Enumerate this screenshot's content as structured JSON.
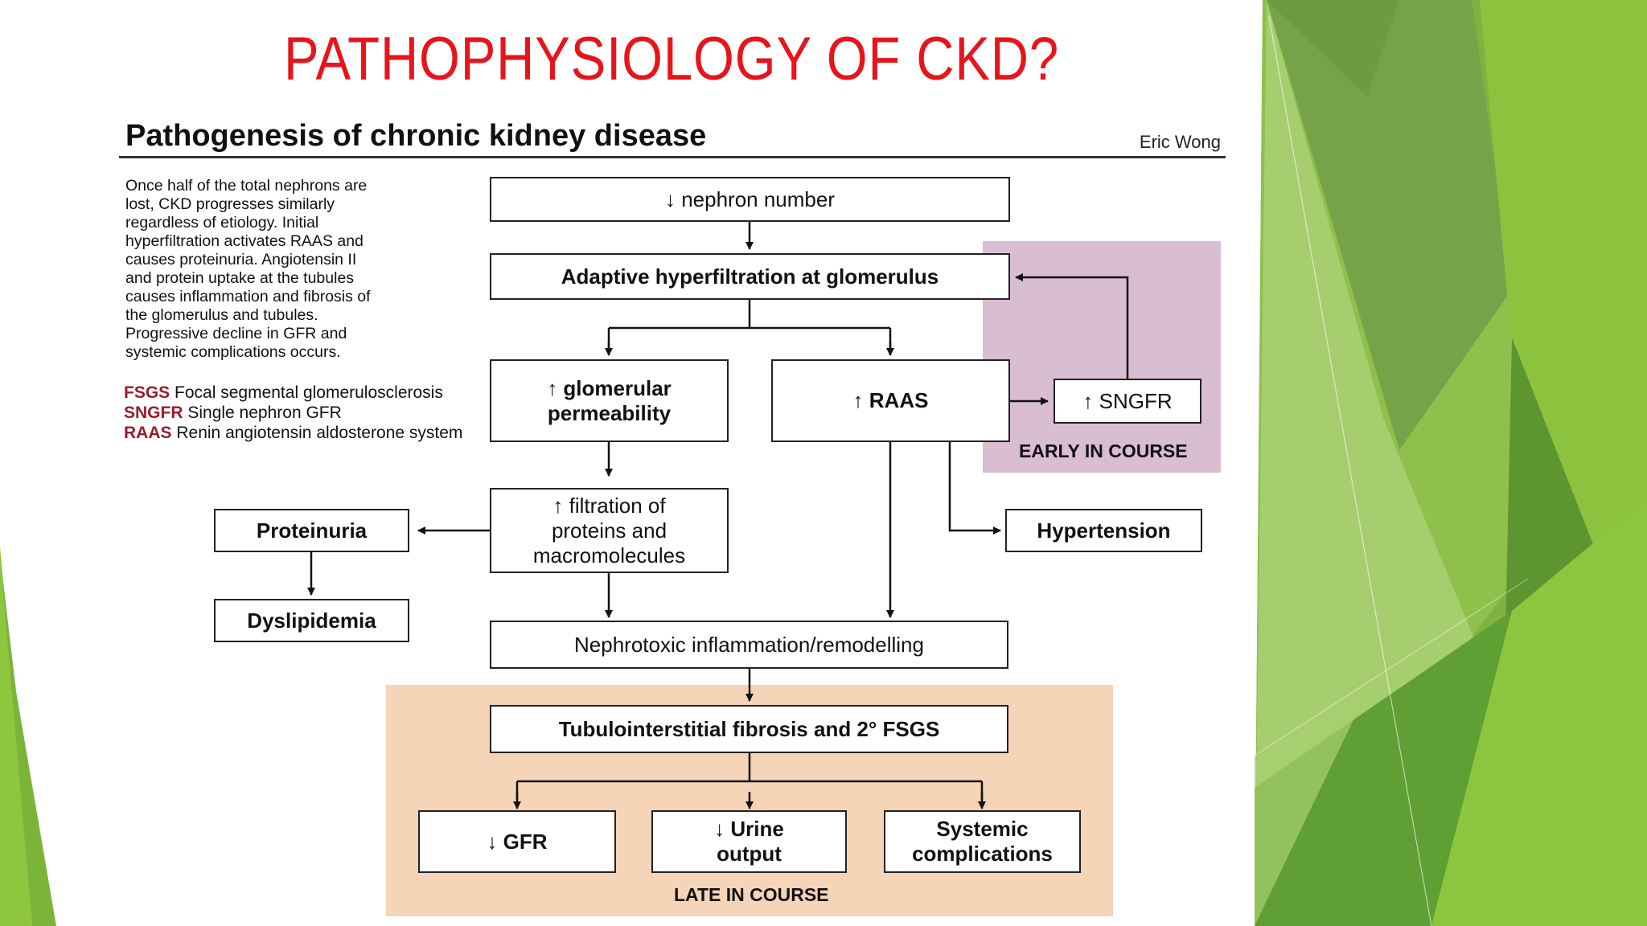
{
  "slide_title": "PATHOPHYSIOLOGY OF CKD?",
  "figure": {
    "title": "Pathogenesis of chronic kidney disease",
    "author": "Eric Wong",
    "description_lines": [
      "Once half of the total nephrons are",
      "lost, CKD progresses similarly",
      "regardless of etiology. Initial",
      "hyperfiltration activates RAAS and",
      "causes proteinuria. Angiotensin II",
      "and protein uptake at the tubules",
      "causes inflammation and fibrosis of",
      "the glomerulus and tubules.",
      "Progressive decline in GFR and",
      "systemic complications occurs."
    ],
    "abbreviations": [
      {
        "abbr": "FSGS",
        "meaning": "Focal segmental glomerulosclerosis"
      },
      {
        "abbr": "SNGFR",
        "meaning": "Single nephron GFR"
      },
      {
        "abbr": "RAAS",
        "meaning": "Renin angiotensin aldosterone system"
      }
    ],
    "nodes": {
      "nephron": "↓ nephron number",
      "hyperfiltration": "Adaptive hyperfiltration at glomerulus",
      "permeability_1": "↑ glomerular",
      "permeability_2": "permeability",
      "raas": "↑ RAAS",
      "sngfr": "↑ SNGFR",
      "filtration_1": "↑ filtration of",
      "filtration_2": "proteins and",
      "filtration_3": "macromolecules",
      "proteinuria": "Proteinuria",
      "dyslipidemia": "Dyslipidemia",
      "hypertension": "Hypertension",
      "inflammation": "Nephrotoxic inflammation/remodelling",
      "fibrosis": "Tubulointerstitial fibrosis and 2° FSGS",
      "gfr": "↓ GFR",
      "urine_1": "↓ Urine",
      "urine_2": "output",
      "systemic_1": "Systemic",
      "systemic_2": "complications"
    },
    "regions": {
      "early": "EARLY IN COURSE",
      "late": "LATE IN COURSE"
    }
  },
  "colors": {
    "title": "#e8141b",
    "early_region": "#d9bdd3",
    "late_region": "#f6d4b8",
    "abbr": "#9a1b2e",
    "green_light": "#8dc63f",
    "green_dark": "#5a9a2e"
  }
}
